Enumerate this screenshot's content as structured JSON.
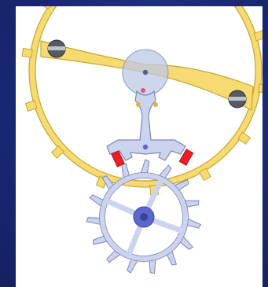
{
  "title": "",
  "diagram": {
    "kind": "lever escapement mechanism illustration",
    "components": [
      {
        "id": "balance-wheel",
        "label": ""
      },
      {
        "id": "balance-arm",
        "label": ""
      },
      {
        "id": "timing-screws",
        "label": ""
      },
      {
        "id": "impulse-jewel",
        "label": ""
      },
      {
        "id": "pallet-fork",
        "label": ""
      },
      {
        "id": "pallet-jewels",
        "label": ""
      },
      {
        "id": "escape-wheel",
        "label": ""
      }
    ],
    "escape_wheel_teeth": 15,
    "balance_wheel_teeth": 14,
    "colors": {
      "background": "#1d2c7e",
      "panel": "#ffffff",
      "balance_fill": "#f6da72",
      "balance_stroke": "#c9a52c",
      "steel_fill": "#ccd3ee",
      "steel_stroke": "#7c87b8",
      "hub_fill": "#5b67cc",
      "jewel": "#ee1c24",
      "screw_fill": "#555a66",
      "roller_fill": "#bcc9e6"
    }
  }
}
